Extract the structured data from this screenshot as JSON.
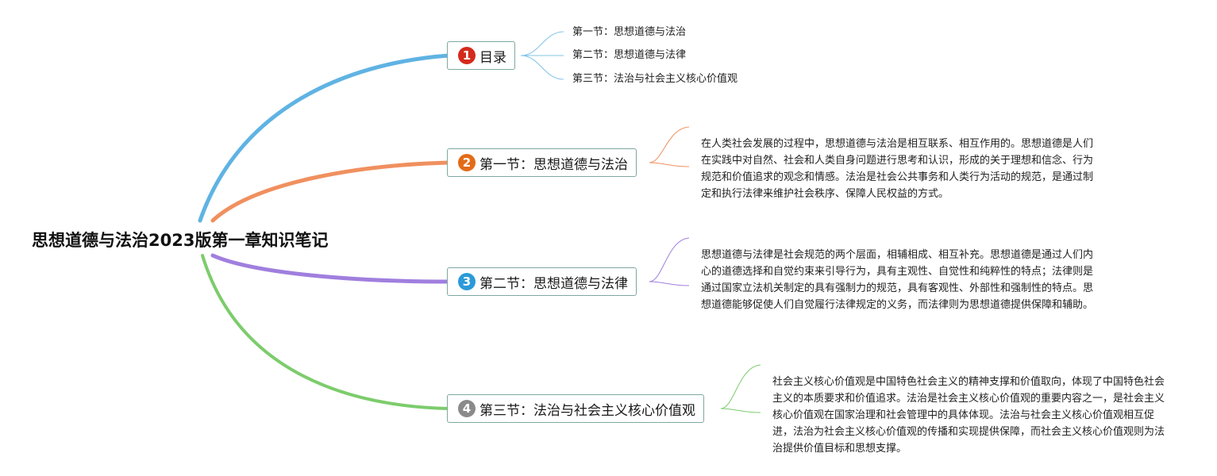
{
  "root": {
    "title": "思想道德与法治2023版第一章知识笔记"
  },
  "branches": [
    {
      "number": "1",
      "label": "目录",
      "color": "#5fb3e3",
      "badge_color": "#d42a1c",
      "children": [
        "第一节：思想道德与法治",
        "第二节：思想道德与法律",
        "第三节：法治与社会主义核心价值观"
      ]
    },
    {
      "number": "2",
      "label": "第一节：思想道德与法治",
      "color": "#f0905f",
      "badge_color": "#e36b17",
      "text": "在人类社会发展的过程中，思想道德与法治是相互联系、相互作用的。思想道德是人们在实践中对自然、社会和人类自身问题进行思考和认识，形成的关于理想和信念、行为规范和价值追求的观念和情感。法治是社会公共事务和人类行为活动的规范，是通过制定和执行法律来维护社会秩序、保障人民权益的方式。"
    },
    {
      "number": "3",
      "label": "第二节：思想道德与法律",
      "color": "#a07fde",
      "badge_color": "#2a9ad8",
      "text": "思想道德与法律是社会规范的两个层面，相辅相成、相互补充。思想道德是通过人们内心的道德选择和自觉约束来引导行为，具有主观性、自觉性和纯粹性的特点；法律则是通过国家立法机关制定的具有强制力的规范，具有客观性、外部性和强制性的特点。思想道德能够促使人们自觉履行法律规定的义务，而法律则为思想道德提供保障和辅助。"
    },
    {
      "number": "4",
      "label": "第三节：法治与社会主义核心价值观",
      "color": "#7ccc6c",
      "badge_color": "#8a8a8a",
      "text": "社会主义核心价值观是中国特色社会主义的精神支撑和价值取向，体现了中国特色社会主义的本质要求和价值追求。法治是社会主义核心价值观的重要内容之一，是社会主义核心价值观在国家治理和社会管理中的具体体现。法治与社会主义核心价值观相互促进，法治为社会主义核心价值观的传播和实现提供保障，而社会主义核心价值观则为法治提供价值目标和思想支撑。"
    }
  ]
}
